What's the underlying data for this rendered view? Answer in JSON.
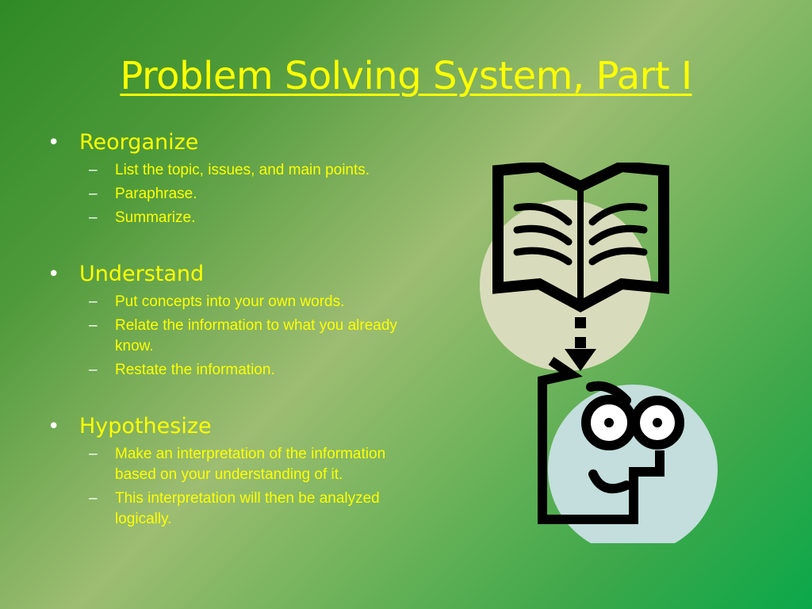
{
  "slide": {
    "title": "Problem Solving System, Part I",
    "bullet_glyph": "•",
    "dash_glyph": "–",
    "sections": [
      {
        "heading": "Reorganize",
        "items": [
          "List the topic, issues, and main points.",
          "Paraphrase.",
          "Summarize."
        ]
      },
      {
        "heading": "Understand",
        "items": [
          "Put concepts into your own words.",
          "Relate the information to what you already know.",
          "Restate the information."
        ]
      },
      {
        "heading": "Hypothesize",
        "items": [
          "Make an interpretation of the information based on your understanding of it.",
          "This interpretation will then be analyzed logically."
        ]
      }
    ],
    "clipart": "book-to-head-icon",
    "colors": {
      "title": "#ffff00",
      "text": "#ffff00",
      "bullets": "#ffffff"
    }
  }
}
